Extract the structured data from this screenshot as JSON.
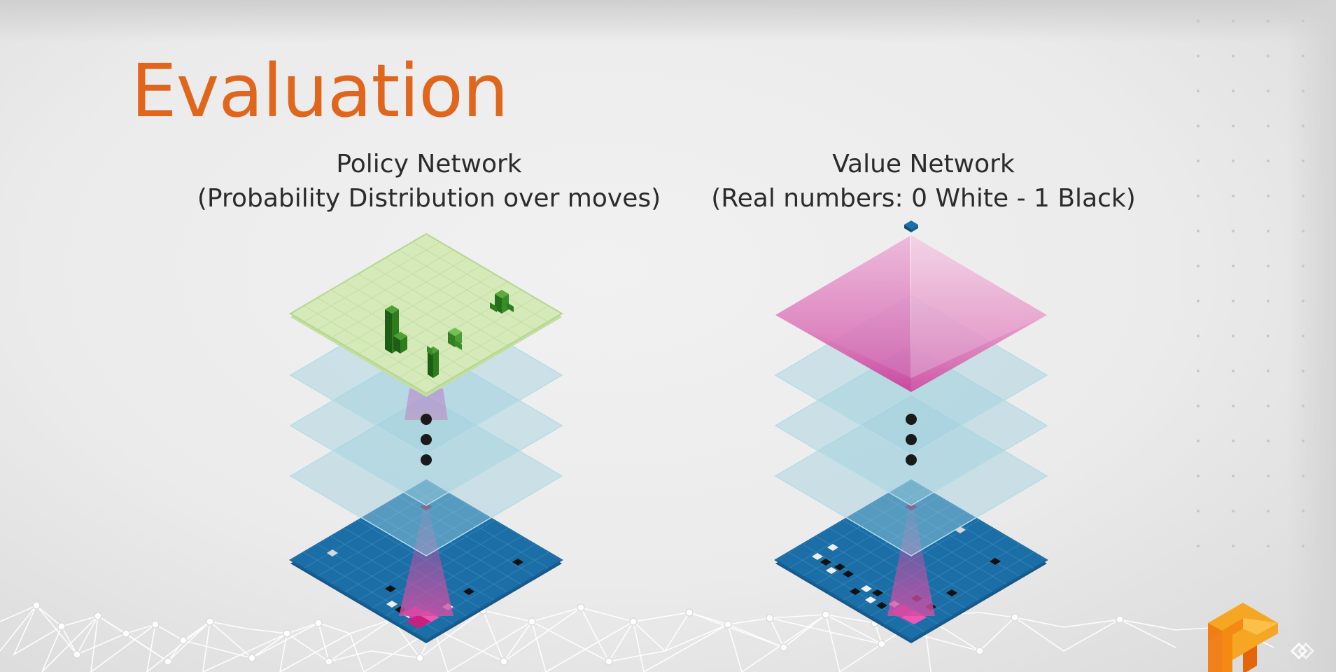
{
  "slide": {
    "title": "Evaluation",
    "policy_network": {
      "title": "Policy Network",
      "subtitle": "(Probability Distribution over moves)"
    },
    "value_network": {
      "title": "Value Network",
      "subtitle": "(Real numbers: 0 White - 1 Black)"
    }
  },
  "colors": {
    "title": "#e0661e",
    "text": "#2b2b2b",
    "board": "#1b6ea6",
    "hidden_layer": "#9fd0de",
    "policy_output": "#d5e9b9",
    "policy_bars": "#2d7d1e",
    "value_pyramid": "#e26bb6",
    "activation_beam": "#d04ea5",
    "ellipsis_dots": "#1a1a1a"
  },
  "icons": {
    "logo": "tensorflow-logo-icon",
    "corner": "cornermark-icon"
  }
}
